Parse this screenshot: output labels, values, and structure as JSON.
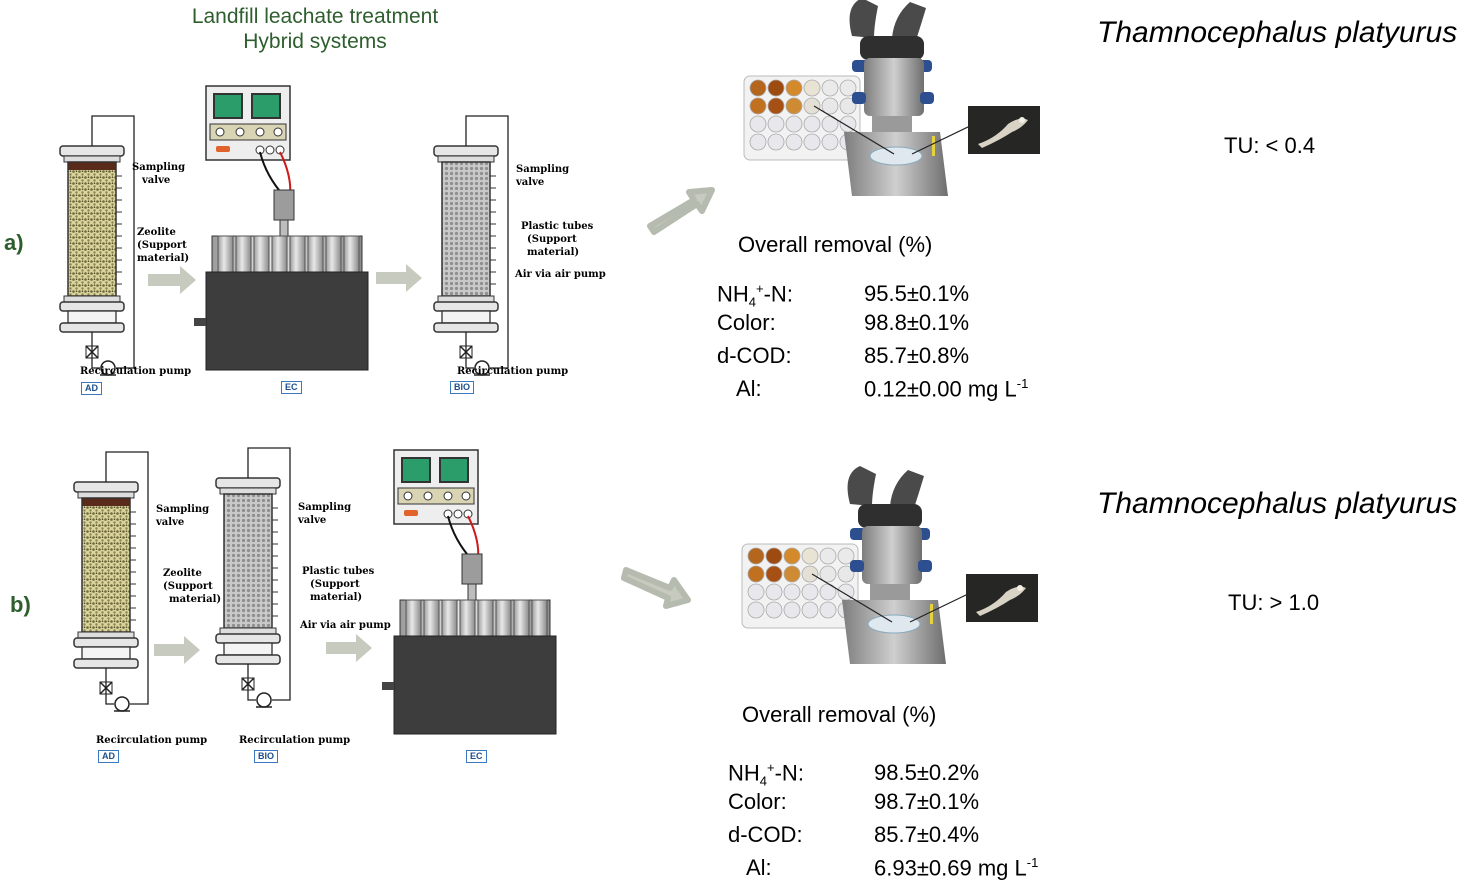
{
  "header": {
    "title_line1": "Landfill leachate treatment",
    "title_line2": "Hybrid systems"
  },
  "panel_a": {
    "label": "a)",
    "reactors": [
      {
        "tag": "AD",
        "sampling": [
          "Sampling",
          "valve"
        ],
        "media": [
          "Zeolite",
          "(Support",
          "material)"
        ],
        "pump": "Recirculation pump"
      },
      {
        "tag": "EC"
      },
      {
        "tag": "BIO",
        "sampling": [
          "Sampling",
          "valve"
        ],
        "media": [
          "Plastic tubes",
          "(Support",
          "material)"
        ],
        "air": "Air via air pump",
        "pump": "Recirculation pump"
      }
    ],
    "species": "Thamnocephalus platyurus",
    "tu": "TU: < 0.4",
    "removal_title": "Overall removal (%)",
    "results": [
      {
        "label_main": "NH",
        "label_sub": "4",
        "label_sup": "+",
        "label_tail": "-N:",
        "value": "95.5±0.1%",
        "unit_sup": ""
      },
      {
        "label_main": "Color:",
        "value": "98.8±0.1%",
        "unit_sup": ""
      },
      {
        "label_main": "d-COD:",
        "value": "85.7±0.8%",
        "unit_sup": ""
      },
      {
        "label_main": "Al:",
        "value": "0.12±0.00 mg L",
        "unit_sup": "-1"
      }
    ]
  },
  "panel_b": {
    "label": "b)",
    "reactors": [
      {
        "tag": "AD",
        "sampling": [
          "Sampling",
          "valve"
        ],
        "media": [
          "Zeolite",
          "(Support",
          "material)"
        ],
        "pump": "Recirculation pump"
      },
      {
        "tag": "BIO",
        "sampling": [
          "Sampling",
          "valve"
        ],
        "media": [
          "Plastic tubes",
          "(Support",
          "material)"
        ],
        "air": "Air via air pump",
        "pump": "Recirculation pump"
      },
      {
        "tag": "EC"
      }
    ],
    "species": "Thamnocephalus platyurus",
    "tu": "TU: > 1.0",
    "removal_title": "Overall removal (%)",
    "results": [
      {
        "label_main": "NH",
        "label_sub": "4",
        "label_sup": "+",
        "label_tail": "-N:",
        "value": "98.5±0.2%",
        "unit_sup": ""
      },
      {
        "label_main": "Color:",
        "value": "98.7±0.1%",
        "unit_sup": ""
      },
      {
        "label_main": "d-COD:",
        "value": "85.7±0.4%",
        "unit_sup": ""
      },
      {
        "label_main": "Al:",
        "value": "6.93±0.69 mg L",
        "unit_sup": "-1"
      }
    ]
  },
  "colors": {
    "title_green": "#2e5e2e",
    "arrow_gray": "#c7cbbf",
    "zeolite": "#b8b070",
    "tag_blue": "#3a78c0"
  }
}
